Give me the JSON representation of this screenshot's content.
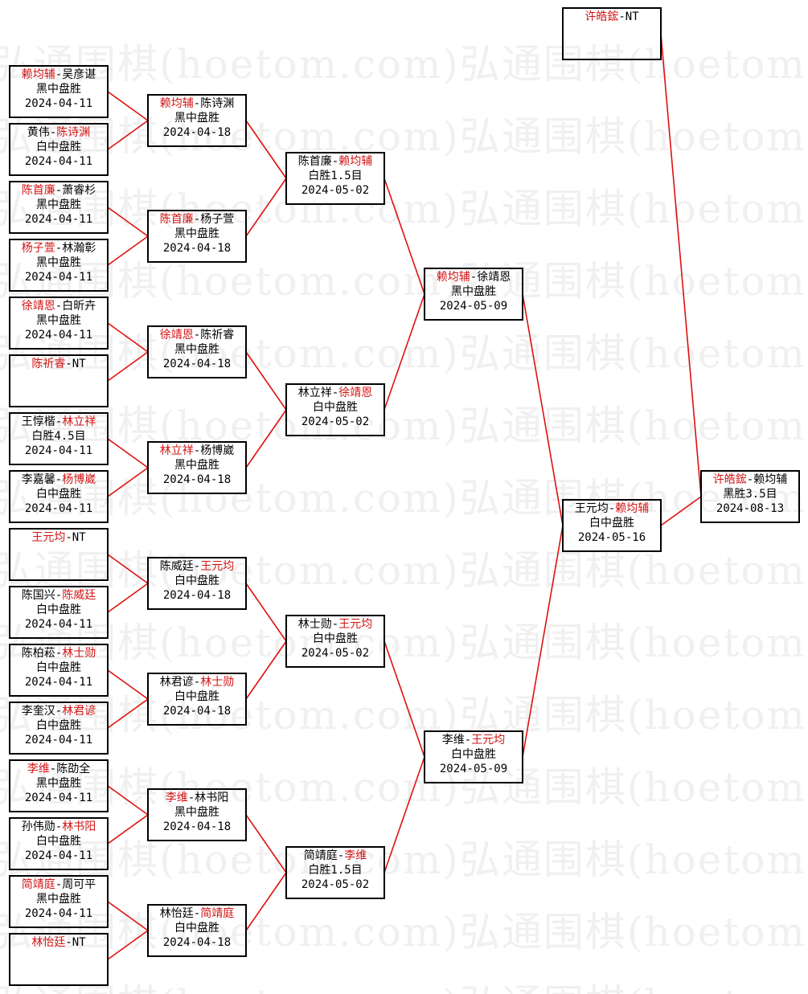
{
  "watermark": "弘通围棋(hoetom.com)弘通围棋(hoetom.com)",
  "colors": {
    "winner": "#d21414",
    "line": "#e01010",
    "text": "#000000"
  },
  "rounds": [
    [
      {
        "p1": "赖均辅",
        "p2": "吴彦谌",
        "winner": 1,
        "result": "黑中盘胜",
        "date": "2024-04-11"
      },
      {
        "p1": "黄伟",
        "p2": "陈诗渊",
        "winner": 2,
        "result": "白中盘胜",
        "date": "2024-04-11"
      },
      {
        "p1": "陈首廉",
        "p2": "萧睿杉",
        "winner": 1,
        "result": "黑中盘胜",
        "date": "2024-04-11"
      },
      {
        "p1": "杨子萱",
        "p2": "林瀚彰",
        "winner": 1,
        "result": "黑中盘胜",
        "date": "2024-04-11"
      },
      {
        "p1": "徐靖恩",
        "p2": "白昕卉",
        "winner": 1,
        "result": "黑中盘胜",
        "date": "2024-04-11"
      },
      {
        "p1": "陈祈睿",
        "p2": "NT",
        "winner": 1,
        "result": "",
        "date": ""
      },
      {
        "p1": "王惇楷",
        "p2": "林立祥",
        "winner": 2,
        "result": "白胜4.5目",
        "date": "2024-04-11"
      },
      {
        "p1": "李嘉馨",
        "p2": "杨博崴",
        "winner": 2,
        "result": "白中盘胜",
        "date": "2024-04-11"
      },
      {
        "p1": "王元均",
        "p2": "NT",
        "winner": 1,
        "result": "",
        "date": ""
      },
      {
        "p1": "陈国兴",
        "p2": "陈威廷",
        "winner": 2,
        "result": "白中盘胜",
        "date": "2024-04-11"
      },
      {
        "p1": "陈柏菘",
        "p2": "林士勋",
        "winner": 2,
        "result": "白中盘胜",
        "date": "2024-04-11"
      },
      {
        "p1": "李奎汉",
        "p2": "林君谚",
        "winner": 2,
        "result": "白中盘胜",
        "date": "2024-04-11"
      },
      {
        "p1": "李维",
        "p2": "陈劭全",
        "winner": 1,
        "result": "黑中盘胜",
        "date": "2024-04-11"
      },
      {
        "p1": "孙伟勋",
        "p2": "林书阳",
        "winner": 2,
        "result": "白中盘胜",
        "date": "2024-04-11"
      },
      {
        "p1": "简靖庭",
        "p2": "周可平",
        "winner": 1,
        "result": "黑中盘胜",
        "date": "2024-04-11"
      },
      {
        "p1": "林怡廷",
        "p2": "NT",
        "winner": 1,
        "result": "",
        "date": ""
      }
    ],
    [
      {
        "p1": "赖均辅",
        "p2": "陈诗渊",
        "winner": 1,
        "result": "黑中盘胜",
        "date": "2024-04-18"
      },
      {
        "p1": "陈首廉",
        "p2": "杨子萱",
        "winner": 1,
        "result": "黑中盘胜",
        "date": "2024-04-18"
      },
      {
        "p1": "徐靖恩",
        "p2": "陈祈睿",
        "winner": 1,
        "result": "黑中盘胜",
        "date": "2024-04-18"
      },
      {
        "p1": "林立祥",
        "p2": "杨博崴",
        "winner": 1,
        "result": "黑中盘胜",
        "date": "2024-04-18"
      },
      {
        "p1": "陈威廷",
        "p2": "王元均",
        "winner": 2,
        "result": "白中盘胜",
        "date": "2024-04-18"
      },
      {
        "p1": "林君谚",
        "p2": "林士勋",
        "winner": 2,
        "result": "白中盘胜",
        "date": "2024-04-18"
      },
      {
        "p1": "李维",
        "p2": "林书阳",
        "winner": 1,
        "result": "黑中盘胜",
        "date": "2024-04-18"
      },
      {
        "p1": "林怡廷",
        "p2": "简靖庭",
        "winner": 2,
        "result": "白中盘胜",
        "date": "2024-04-18"
      }
    ],
    [
      {
        "p1": "陈首廉",
        "p2": "赖均辅",
        "winner": 2,
        "result": "白胜1.5目",
        "date": "2024-05-02"
      },
      {
        "p1": "林立祥",
        "p2": "徐靖恩",
        "winner": 2,
        "result": "白中盘胜",
        "date": "2024-05-02"
      },
      {
        "p1": "林士勋",
        "p2": "王元均",
        "winner": 2,
        "result": "白中盘胜",
        "date": "2024-05-02"
      },
      {
        "p1": "简靖庭",
        "p2": "李维",
        "winner": 2,
        "result": "白胜1.5目",
        "date": "2024-05-02"
      }
    ],
    [
      {
        "p1": "赖均辅",
        "p2": "徐靖恩",
        "winner": 1,
        "result": "黑中盘胜",
        "date": "2024-05-09"
      },
      {
        "p1": "李维",
        "p2": "王元均",
        "winner": 2,
        "result": "白中盘胜",
        "date": "2024-05-09"
      }
    ],
    [
      {
        "p1": "王元均",
        "p2": "赖均辅",
        "winner": 2,
        "result": "白中盘胜",
        "date": "2024-05-16"
      }
    ]
  ],
  "challenger": {
    "p1": "许皓鋐",
    "p2": "NT",
    "winner": 1,
    "result": "",
    "date": ""
  },
  "final": {
    "p1": "许皓鋐",
    "p2": "赖均辅",
    "winner": 1,
    "result": "黑胜3.5目",
    "date": "2024-08-13"
  }
}
